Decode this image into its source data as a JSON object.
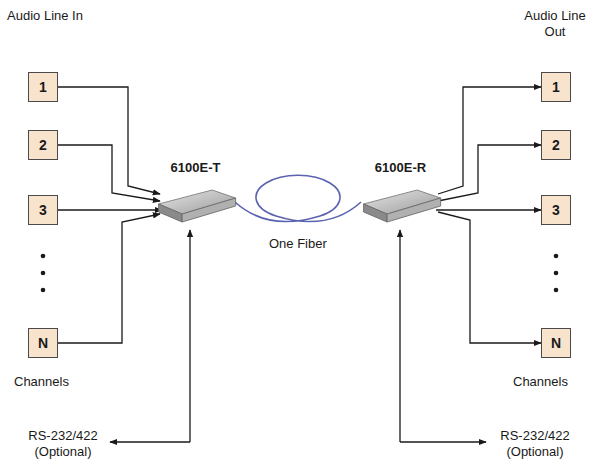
{
  "diagram": {
    "nodes": [
      {
        "text": [
          "1"
        ]
      },
      {
        "text": [
          "2"
        ]
      },
      {
        "text": [
          "3"
        ]
      },
      {
        "text": [
          "N"
        ]
      },
      {
        "text": [
          "6100E-T"
        ]
      },
      {
        "text": [
          "6100E-R"
        ]
      },
      {
        "text": [
          "1"
        ]
      },
      {
        "text": [
          "2"
        ]
      },
      {
        "text": [
          "3"
        ]
      },
      {
        "text": [
          "N"
        ]
      }
    ],
    "edges": [
      {
        "from": 0,
        "to": 4,
        "arrow": "to"
      },
      {
        "from": 1,
        "to": 4,
        "arrow": "to"
      },
      {
        "from": 2,
        "to": 4,
        "arrow": "to"
      },
      {
        "from": 3,
        "to": 4,
        "arrow": "to"
      },
      {
        "from": 4,
        "to": 5,
        "label": "One Fiber",
        "arrow": "none"
      },
      {
        "from": 5,
        "to": 6,
        "arrow": "to"
      },
      {
        "from": 5,
        "to": 7,
        "arrow": "to"
      },
      {
        "from": 5,
        "to": 8,
        "arrow": "to"
      },
      {
        "from": 5,
        "to": 9,
        "arrow": "to"
      }
    ],
    "labels": [
      "Audio Line In",
      "Audio Line Out",
      "Channels",
      "Channels",
      "RS-232/422 (Optional)",
      "RS-232/422 (Optional)"
    ]
  }
}
